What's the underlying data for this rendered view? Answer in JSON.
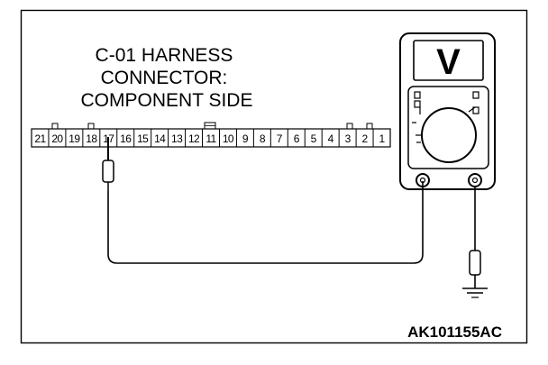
{
  "diagram": {
    "connector_label": {
      "line1": "C-01 HARNESS",
      "line2": "CONNECTOR:",
      "line3": "COMPONENT SIDE"
    },
    "pins": [
      "21",
      "20",
      "19",
      "18",
      "17",
      "16",
      "15",
      "14",
      "13",
      "12",
      "11",
      "10",
      "9",
      "8",
      "7",
      "6",
      "5",
      "4",
      "3",
      "2",
      "1"
    ],
    "probe_pin": "17",
    "meter_display_symbol": "V",
    "figure_code": "AK101155AC"
  }
}
